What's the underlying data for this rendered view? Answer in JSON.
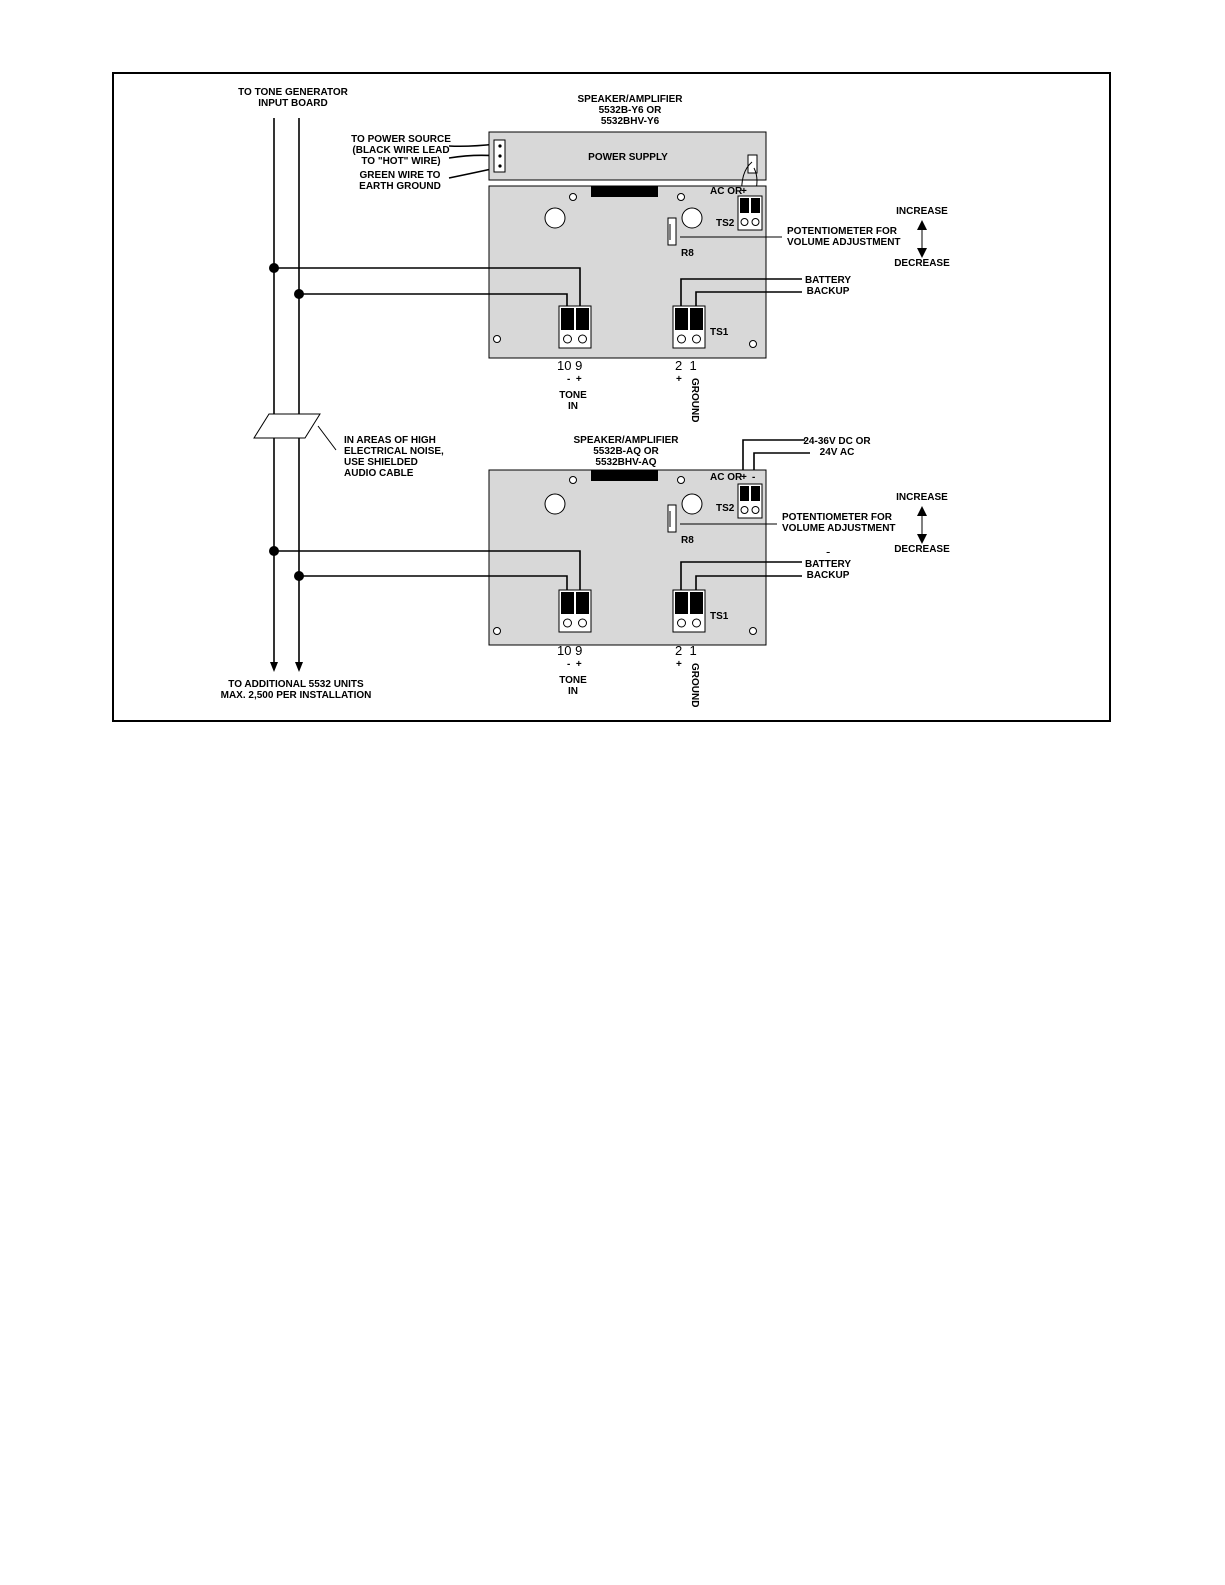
{
  "top_left": {
    "tone_generator": [
      "TO TONE GENERATOR",
      "INPUT BOARD"
    ],
    "power_source": [
      "TO POWER SOURCE",
      "(BLACK WIRE LEAD",
      "TO \"HOT\" WIRE)"
    ],
    "green_wire": [
      "GREEN WIRE TO",
      "EARTH GROUND"
    ],
    "shielded_note": [
      "IN AREAS OF HIGH",
      "ELECTRICAL NOISE,",
      "USE SHIELDED",
      "AUDIO CABLE"
    ],
    "additional_units": [
      "TO ADDITIONAL 5532 UNITS",
      "MAX. 2,500 PER INSTALLATION"
    ]
  },
  "unit_top": {
    "title": [
      "SPEAKER/AMPLIFIER",
      "5532B-Y6 OR",
      "5532BHV-Y6"
    ],
    "power_supply": "POWER SUPPLY",
    "ac_or": "AC OR",
    "ts2": "TS2",
    "r8": "R8",
    "ts1": "TS1",
    "potentiometer": [
      "POTENTIOMETER FOR",
      "VOLUME ADJUSTMENT"
    ],
    "increase": "INCREASE",
    "decrease": "DECREASE",
    "battery": [
      "BATTERY",
      "BACKUP"
    ],
    "pins_tone": "10 9",
    "pins_tone_polarity": "-  +",
    "tone_label": [
      "TONE",
      "IN"
    ],
    "pins_ground": "2  1",
    "pin_plus": "+",
    "ground": "GROUND",
    "plus_sign": "+",
    "minus_sign": "-"
  },
  "unit_bottom": {
    "title": [
      "SPEAKER/AMPLIFIER",
      "5532B-AQ OR",
      "5532BHV-AQ"
    ],
    "supply": [
      "24-36V DC OR",
      "24V AC"
    ],
    "ac_or": "AC OR",
    "ts2": "TS2",
    "r8": "R8",
    "ts1": "TS1",
    "potentiometer": [
      "POTENTIOMETER FOR",
      "VOLUME ADJUSTMENT"
    ],
    "increase": "INCREASE",
    "decrease": "DECREASE",
    "minus_mark": "-",
    "battery": [
      "BATTERY",
      "BACKUP"
    ],
    "pins_tone": "10 9",
    "pins_tone_polarity": "-  +",
    "tone_label": [
      "TONE",
      "IN"
    ],
    "pins_ground": "2  1",
    "pin_plus": "+",
    "ground": "GROUND",
    "plus_sign": "+",
    "minus_sign": "-"
  }
}
